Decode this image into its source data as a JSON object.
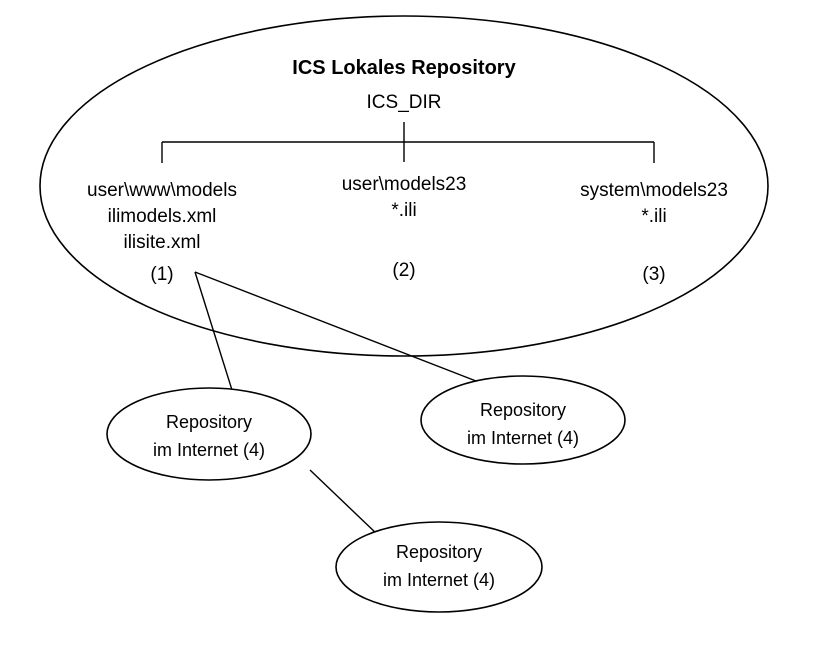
{
  "local_repository": {
    "title": "ICS Lokales Repository",
    "root": "ICS_DIR",
    "folders": [
      {
        "lines": [
          "user\\www\\models",
          "ilimodels.xml",
          "ilisite.xml"
        ],
        "number": "(1)"
      },
      {
        "lines": [
          "user\\models23",
          "*.ili"
        ],
        "number": "(2)"
      },
      {
        "lines": [
          "system\\models23",
          "*.ili"
        ],
        "number": "(3)"
      }
    ]
  },
  "internet_repositories": [
    {
      "line1": "Repository",
      "line2": "im Internet (4)"
    },
    {
      "line1": "Repository",
      "line2": "im Internet (4)"
    },
    {
      "line1": "Repository",
      "line2": "im Internet (4)"
    }
  ]
}
